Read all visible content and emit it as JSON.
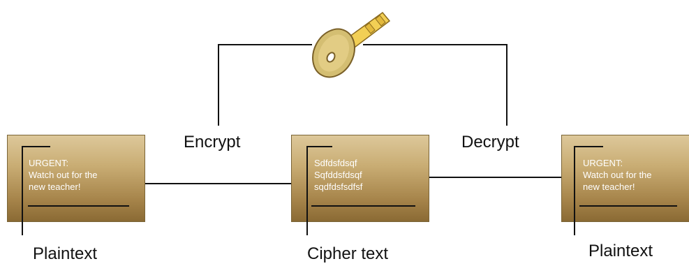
{
  "labels": {
    "encrypt": "Encrypt",
    "decrypt": "Decrypt",
    "plaintext_left": "Plaintext",
    "cipher_text": "Cipher text",
    "plaintext_right": "Plaintext"
  },
  "boxes": {
    "plaintext_left": {
      "lines": [
        "URGENT:",
        "Watch  out for the",
        "new teacher!"
      ]
    },
    "ciphertext": {
      "lines": [
        "Sdfdsfdsqf",
        "Sqfddsfdsqf",
        "sqdfdsfsdfsf"
      ]
    },
    "plaintext_right": {
      "lines": [
        "URGENT:",
        "Watch  out for the",
        "new teacher!"
      ]
    }
  },
  "icons": {
    "key": "key-icon"
  },
  "colors": {
    "box_fill_light": "#ddc89a",
    "box_fill_dark": "#8a6a34",
    "key_fill": "#f2d060",
    "line": "#111111"
  }
}
